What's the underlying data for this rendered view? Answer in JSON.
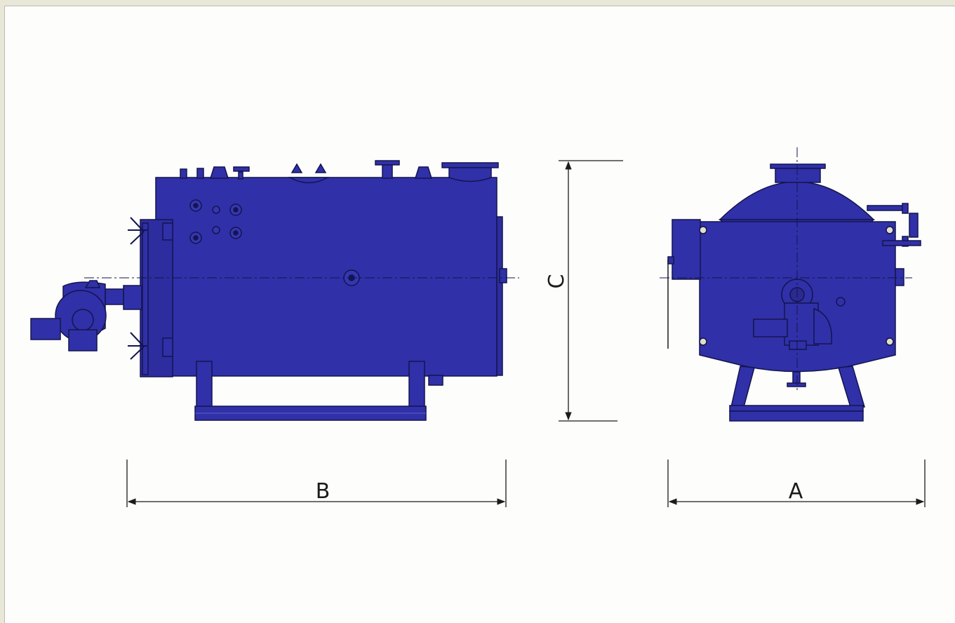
{
  "colors": {
    "boiler_body": "#3030a8",
    "boiler_outline": "#141450",
    "dimension_line": "#1b1b1b",
    "paper": "#fdfdfb",
    "frame": "#e9e7d8"
  },
  "dimensions": {
    "width_label": "A",
    "length_label": "B",
    "height_label": "C"
  }
}
